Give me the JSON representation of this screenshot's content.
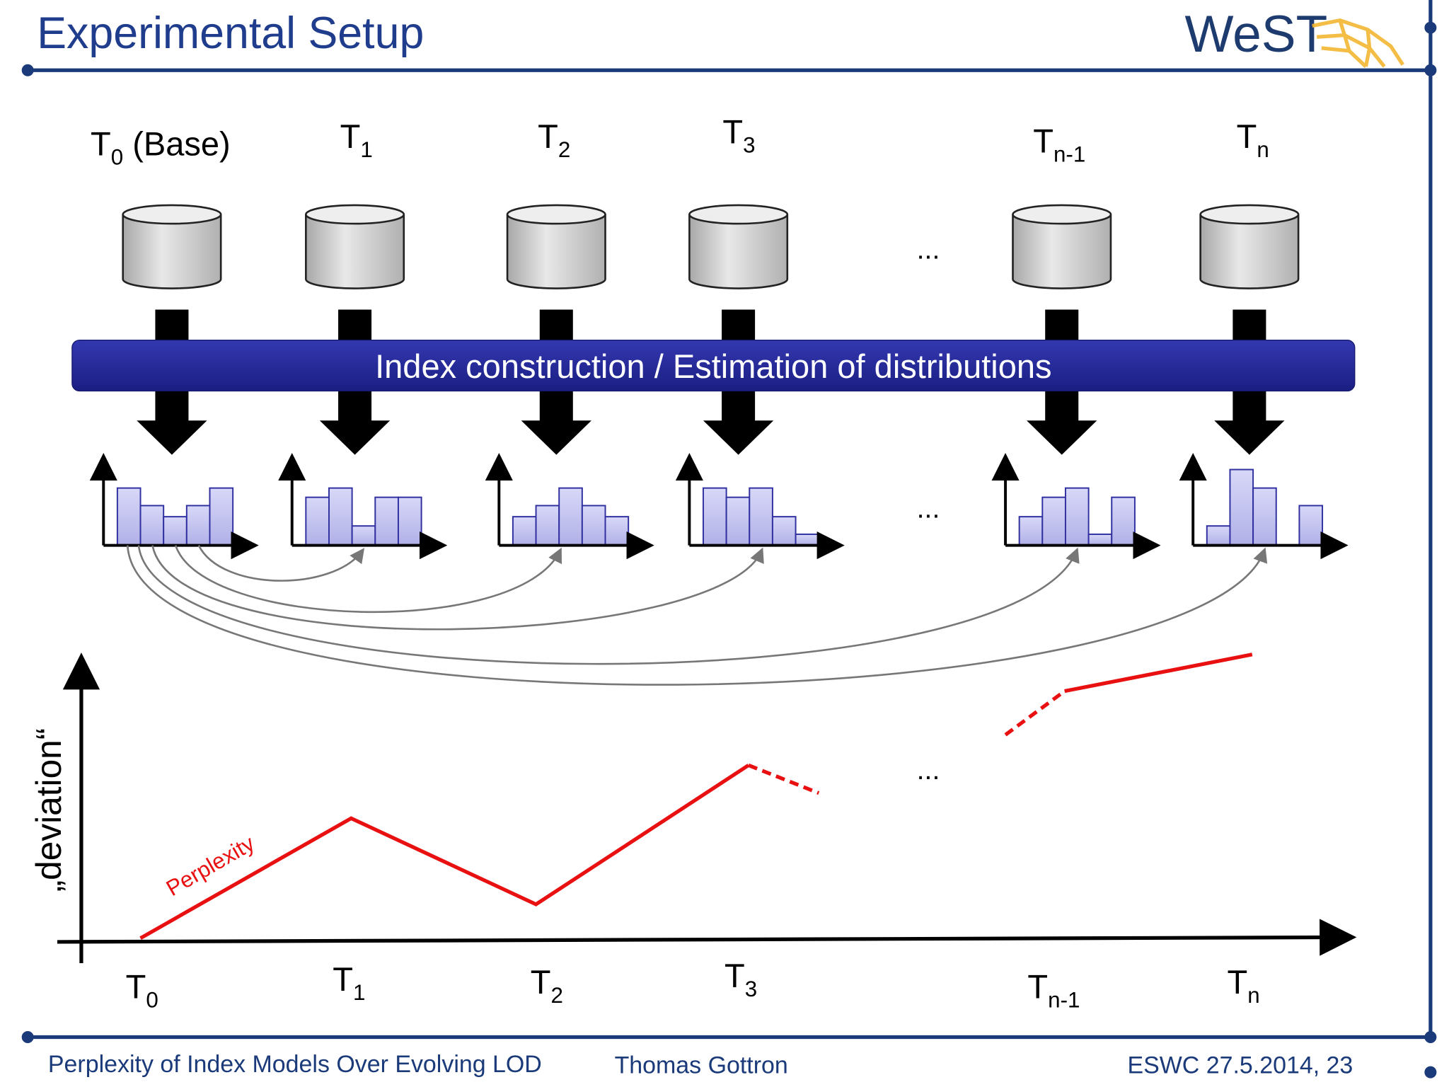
{
  "slide": {
    "title": "Experimental Setup",
    "logo_text": "WeST",
    "index_bar_label": "Index construction / Estimation of distributions",
    "ellipsis": "...",
    "footer": {
      "left": "Perplexity of Index Models Over Evolving LOD",
      "author": "Thomas Gottron",
      "right": "ESWC 27.5.2014,  23"
    }
  },
  "snapshots": [
    {
      "main": "T",
      "sub": "0",
      "suffix": " (Base)",
      "bars": [
        62,
        43,
        31,
        43,
        62
      ]
    },
    {
      "main": "T",
      "sub": "1",
      "suffix": "",
      "bars": [
        52,
        62,
        21,
        52,
        52
      ]
    },
    {
      "main": "T",
      "sub": "2",
      "suffix": "",
      "bars": [
        31,
        43,
        62,
        43,
        31
      ]
    },
    {
      "main": "T",
      "sub": "3",
      "suffix": "",
      "bars": [
        62,
        52,
        62,
        31,
        12
      ]
    },
    {
      "main": "T",
      "sub": "n-1",
      "suffix": "",
      "bars": [
        31,
        52,
        62,
        12,
        52
      ]
    },
    {
      "main": "T",
      "sub": "n",
      "suffix": "",
      "bars": [
        21,
        82,
        62,
        0,
        43
      ]
    }
  ],
  "chart_data": {
    "type": "line",
    "ylabel": "„deviation“",
    "series_label": "Perplexity",
    "categories": [
      "T0",
      "T1",
      "T2",
      "T3",
      "Tn-1",
      "Tn"
    ],
    "x_labels": [
      {
        "main": "T",
        "sub": "0"
      },
      {
        "main": "T",
        "sub": "1"
      },
      {
        "main": "T",
        "sub": "2"
      },
      {
        "main": "T",
        "sub": "3"
      },
      {
        "main": "T",
        "sub": "n-1"
      },
      {
        "main": "T",
        "sub": "n"
      }
    ],
    "values": [
      0,
      131,
      37,
      189,
      270,
      310
    ],
    "color": "#e81010"
  }
}
